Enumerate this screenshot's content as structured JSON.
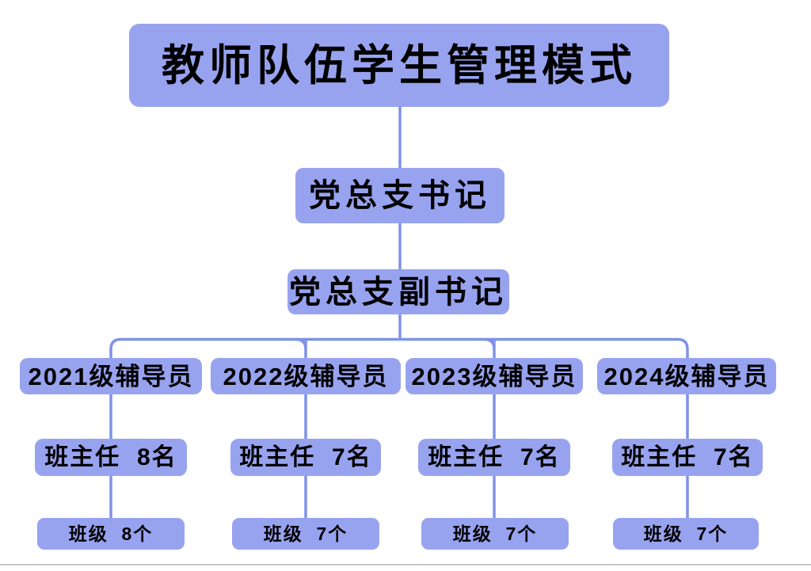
{
  "title": "教师队伍学生管理模式",
  "secretary": "党总支书记",
  "deputy_secretary": "党总支副书记",
  "branches": [
    {
      "counselor": "2021级辅导员",
      "head_teachers": "班主任  8名",
      "classes": "班级  8个"
    },
    {
      "counselor": "2022级辅导员",
      "head_teachers": "班主任  7名",
      "classes": "班级  7个"
    },
    {
      "counselor": "2023级辅导员",
      "head_teachers": "班主任  7名",
      "classes": "班级  7个"
    },
    {
      "counselor": "2024级辅导员",
      "head_teachers": "班主任  7名",
      "classes": "班级  7个"
    }
  ],
  "colors": {
    "box_fill": "#98a3f0",
    "connector_line": "#7e92e8",
    "text": "#000000",
    "background": "#ffffff",
    "page_edge": "#c6c6cb"
  }
}
